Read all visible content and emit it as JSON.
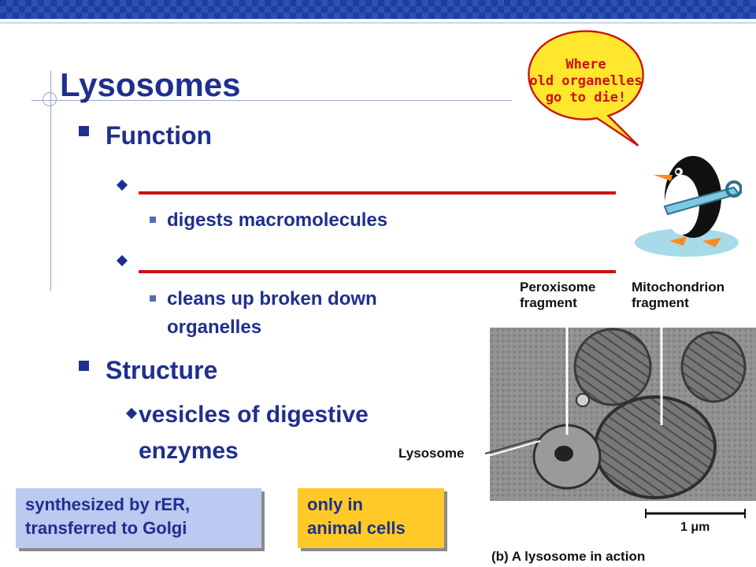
{
  "slide": {
    "title": "Lysosomes",
    "function_heading": "Function",
    "function_points": [
      {
        "sub": "digests macromolecules"
      },
      {
        "sub": "cleans up broken down organelles"
      }
    ],
    "structure_heading": "Structure",
    "structure_point": "vesicles of digestive enzymes"
  },
  "callouts": {
    "synthesis": [
      "synthesized by rER,",
      "transferred to Golgi"
    ],
    "animal": [
      "only in",
      "animal cells"
    ]
  },
  "speech_bubble": {
    "lines": [
      "Where",
      "old organelles",
      "go to die!"
    ]
  },
  "micrograph": {
    "label_peroxisome": [
      "Peroxisome",
      "fragment"
    ],
    "label_mitochondrion": [
      "Mitochondrion",
      "fragment"
    ],
    "label_lysosome": "Lysosome",
    "scale_label": "1 μm",
    "caption": "(b) A lysosome in action"
  },
  "colors": {
    "title_blue": "#1f2f8f",
    "blank_red": "#cc1111",
    "callout_blue": "#bcc9f0",
    "callout_yellow": "#ffc928",
    "bubble_yellow": "#ffe72e"
  }
}
